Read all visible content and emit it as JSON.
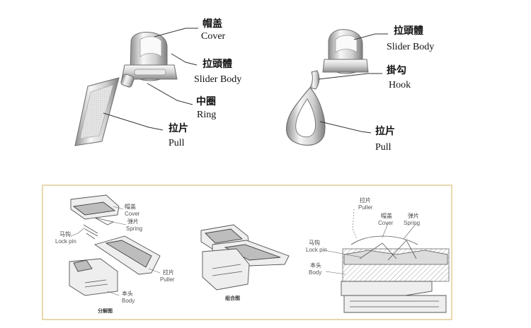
{
  "top_left": {
    "labels": [
      {
        "cn": "帽盖",
        "en": "Cover"
      },
      {
        "cn": "拉頭體",
        "en": "Slider Body"
      },
      {
        "cn": "中圈",
        "en": "Ring"
      },
      {
        "cn": "拉片",
        "en": "Pull"
      }
    ]
  },
  "top_right": {
    "labels": [
      {
        "cn": "拉頭體",
        "en": "Slider Body"
      },
      {
        "cn": "掛勾",
        "en": "Hook"
      },
      {
        "cn": "拉片",
        "en": "Pull"
      }
    ]
  },
  "exploded": {
    "labels": [
      {
        "cn": "帽盖",
        "en": "Cover"
      },
      {
        "cn": "弹片",
        "en": "Spring"
      },
      {
        "cn": "马钩",
        "en": "Lock pin"
      },
      {
        "cn": "拉片",
        "en": "Puller"
      },
      {
        "cn": "本头",
        "en": "Body"
      }
    ],
    "caption": "分解图"
  },
  "assembled": {
    "caption": "组合图"
  },
  "section": {
    "labels": [
      {
        "cn": "拉片",
        "en": "Puller"
      },
      {
        "cn": "帽盖",
        "en": "Cover"
      },
      {
        "cn": "弹片",
        "en": "Spring"
      },
      {
        "cn": "马钩",
        "en": "Lock pin"
      },
      {
        "cn": "本头",
        "en": "Body"
      }
    ]
  },
  "colors": {
    "panel_border": "#e8d9b0",
    "metal_light": "#f4f4f4",
    "metal_mid": "#c9c9c9",
    "metal_dark": "#8a8a8a"
  }
}
